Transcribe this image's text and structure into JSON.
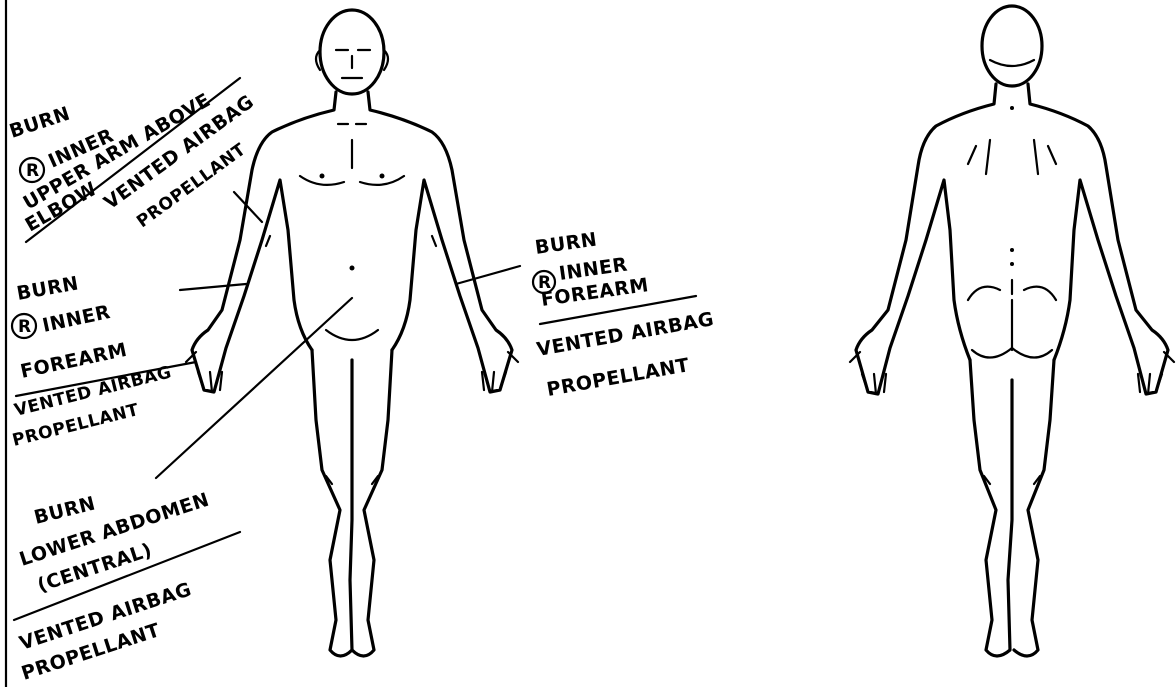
{
  "annotations": {
    "upper_arm": {
      "title": "BURN",
      "line1": "INNER",
      "line2": "UPPER ARM ABOVE",
      "line3": "ELBOW",
      "cause1": "VENTED AIRBAG",
      "cause2": "PROPELLANT"
    },
    "right_forearm": {
      "title": "BURN",
      "line1": "INNER",
      "line2": "FOREARM",
      "cause1": "VENTED AIRBAG",
      "cause2": "PROPELLANT"
    },
    "left_forearm": {
      "title": "BURN",
      "line1": "INNER",
      "line2": "FOREARM",
      "cause1": "VENTED AIRBAG",
      "cause2": "PROPELLANT"
    },
    "abdomen": {
      "title": "BURN",
      "line1": "LOWER ABDOMEN",
      "line2": "(CENTRAL)",
      "cause1": "VENTED AIRBAG",
      "cause2": "PROPELLANT"
    },
    "circle_mark": "R"
  },
  "colors": {
    "ink": "#000000",
    "paper": "#ffffff"
  }
}
